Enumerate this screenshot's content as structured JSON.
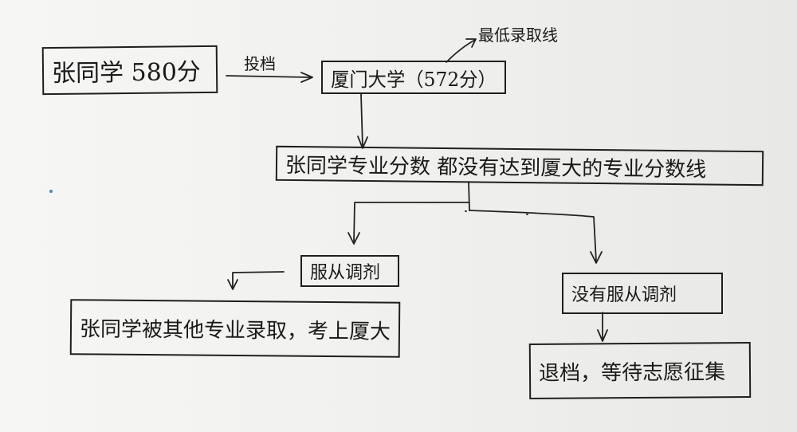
{
  "diagram": {
    "nodes": {
      "student": "张同学 580分",
      "xmu": "厦门大学（572分）",
      "scores": "张同学专业分数 都没有达到厦大的专业分数线",
      "obey": "服从调剂",
      "admit": "张同学被其他专业录取，考上厦大",
      "not_obey": "没有服从调剂",
      "reject": "退档，等待志愿征集"
    },
    "edge_labels": {
      "file": "投档",
      "min_line": "最低录取线"
    }
  }
}
